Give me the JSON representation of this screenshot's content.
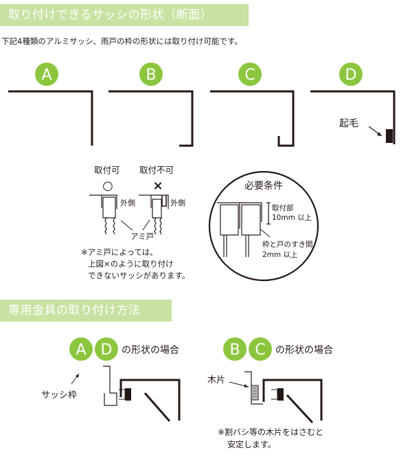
{
  "section1": {
    "title": "取り付けできるサッシの形状（断面）",
    "description": "下記4種類のアルミサッシ、雨戸の枠の形状には取り付け可能です。",
    "types": [
      "A",
      "B",
      "C",
      "D"
    ],
    "d_label": "起毛"
  },
  "mesh_note": {
    "ok_label": "取付可",
    "ng_label": "取付不可",
    "ok_mark": "○",
    "ng_mark": "×",
    "outside_label": "外側",
    "screen_label": "アミ戸",
    "note_lines": [
      "※アミ戸によっては、",
      "上図×のように取り付け",
      "できないサッシがあります。"
    ]
  },
  "requirements": {
    "title": "必要条件",
    "mount_label": "取付部",
    "mount_value": "10mm 以上",
    "gap_label": "枠と戸のすき間",
    "gap_value": "2mm 以上"
  },
  "section2": {
    "title": "専用金具の取り付け方法",
    "case_ad": {
      "letters": [
        "A",
        "D"
      ],
      "suffix": "の形状の場合",
      "frame_label": "サッシ枠"
    },
    "case_bc": {
      "letters": [
        "B",
        "C"
      ],
      "suffix": "の形状の場合",
      "wood_label": "木片",
      "note_lines": [
        "※割バシ等の木片をはさむと",
        "安定します。"
      ]
    }
  },
  "colors": {
    "green": "#8cc63f",
    "banner": "#c8e2a2",
    "line": "#231815"
  }
}
